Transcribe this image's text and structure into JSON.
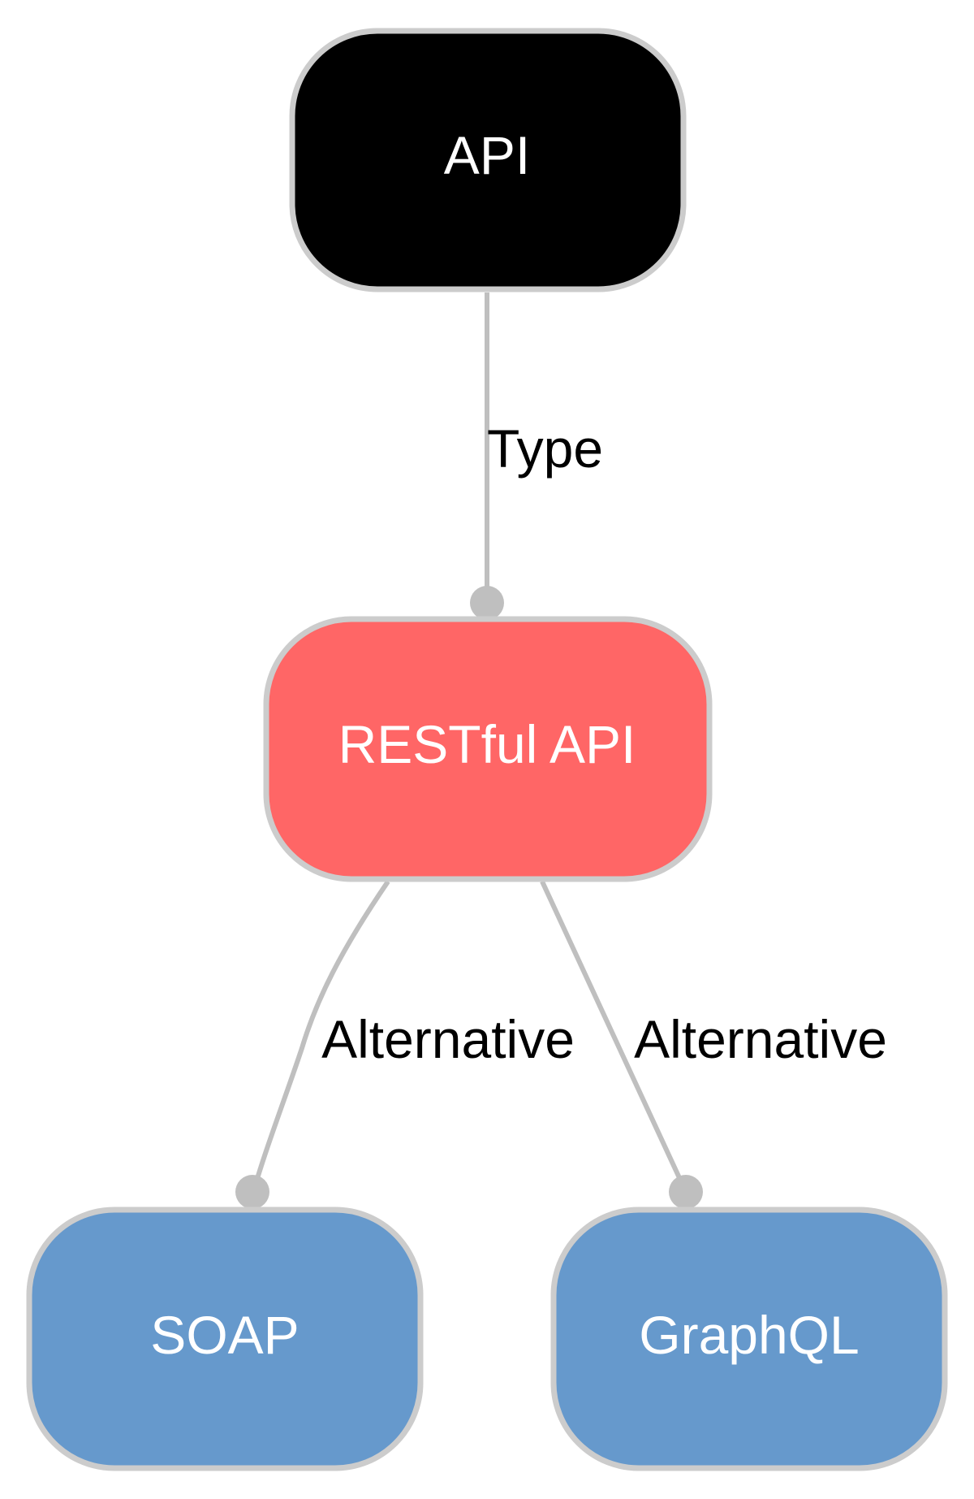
{
  "diagram": {
    "nodes": {
      "api": {
        "label": "API",
        "fill": "#000000",
        "text_color": "#ffffff"
      },
      "restful": {
        "label": "RESTful API",
        "fill": "#ff6666",
        "text_color": "#ffffff"
      },
      "soap": {
        "label": "SOAP",
        "fill": "#6699cc",
        "text_color": "#ffffff"
      },
      "graphql": {
        "label": "GraphQL",
        "fill": "#6699cc",
        "text_color": "#ffffff"
      }
    },
    "edges": {
      "api_restful": {
        "label": "Type"
      },
      "restful_soap": {
        "label": "Alternative"
      },
      "restful_graphql": {
        "label": "Alternative"
      }
    },
    "node_border_color": "#cccccc",
    "edge_color": "#bfbfbf"
  }
}
